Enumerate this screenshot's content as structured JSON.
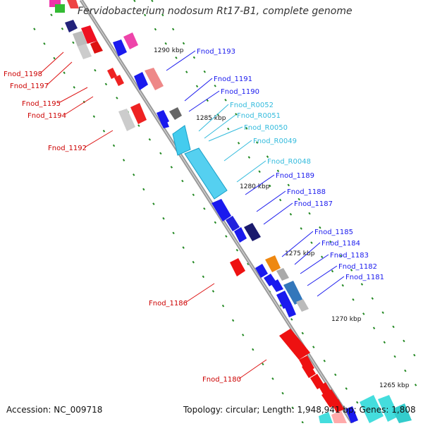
{
  "title": "Fervidobacterium nodosum Rt17-B1, complete genome",
  "footer": {
    "accession": "Accession: NC_009718",
    "summary": "Topology: circular; Length: 1,948,941 bp; Genes: 1,808"
  },
  "ticks": [
    "1290 kbp",
    "1285 kbp",
    "1280 kbp",
    "1275 kbp",
    "1270 kbp",
    "1265 kbp"
  ],
  "genes_left": [
    "Fnod_1198",
    "Fnod_1197",
    "Fnod_1195",
    "Fnod_1194",
    "Fnod_1192",
    "Fnod_1186",
    "Fnod_1180"
  ],
  "genes_right": [
    "Fnod_1193",
    "Fnod_1191",
    "Fnod_1190",
    "Fnod_R0052",
    "Fnod_R0051",
    "Fnod_R0050",
    "Fnod_R0049",
    "Fnod_R0048",
    "Fnod_1189",
    "Fnod_1188",
    "Fnod_1187",
    "Fnod_1185",
    "Fnod_1184",
    "Fnod_1183",
    "Fnod_1182",
    "Fnod_1181"
  ],
  "colors": {
    "forward_cds": "#1a1aee",
    "reverse_cds": "#ee1111",
    "rna": "#33ccee",
    "backbone": "#888888",
    "tick_dash": "#228822"
  }
}
